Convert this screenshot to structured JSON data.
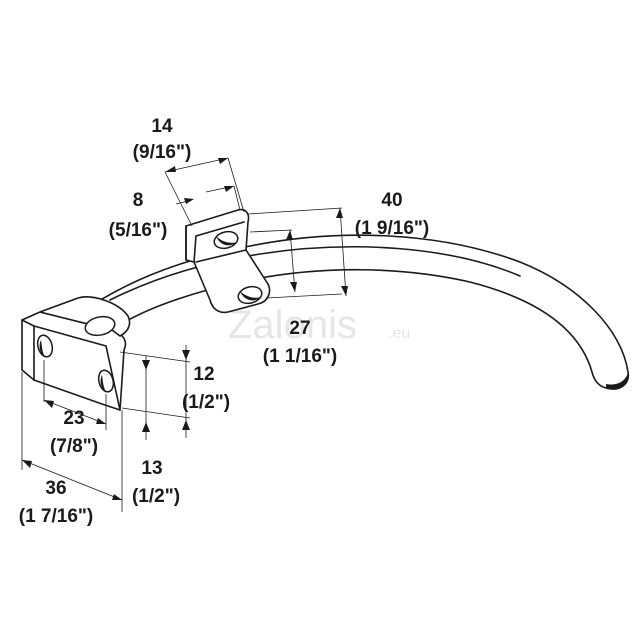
{
  "watermark": {
    "brand": "Zalonis",
    "suffix": ".eu"
  },
  "dimensions": {
    "d14": {
      "value": "14",
      "inch": "(9/16\")"
    },
    "d8": {
      "value": "8",
      "inch": "(5/16\")"
    },
    "d40": {
      "value": "40",
      "inch": "(1 9/16\")"
    },
    "d27": {
      "value": "27",
      "inch": "(1 1/16\")"
    },
    "d12": {
      "value": "12",
      "inch": "(1/2\")"
    },
    "d23": {
      "value": "23",
      "inch": "(7/8\")"
    },
    "d13": {
      "value": "13",
      "inch": "(1/2\")"
    },
    "d36": {
      "value": "36",
      "inch": "(1 7/16\")"
    }
  }
}
